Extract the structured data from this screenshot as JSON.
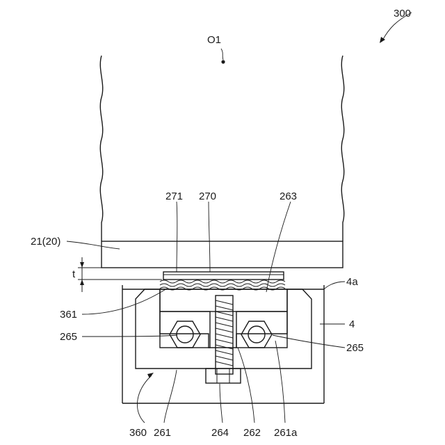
{
  "figure": {
    "ref_300": "300",
    "center_O1": "O1",
    "label_271": "271",
    "label_270": "270",
    "label_263": "263",
    "label_21_20": "21(20)",
    "label_t": "t",
    "label_4a": "4a",
    "label_361": "361",
    "label_4": "4",
    "label_265_left": "265",
    "label_265_right": "265",
    "label_360": "360",
    "label_261": "261",
    "label_264": "264",
    "label_262": "262",
    "label_261a": "261a"
  }
}
